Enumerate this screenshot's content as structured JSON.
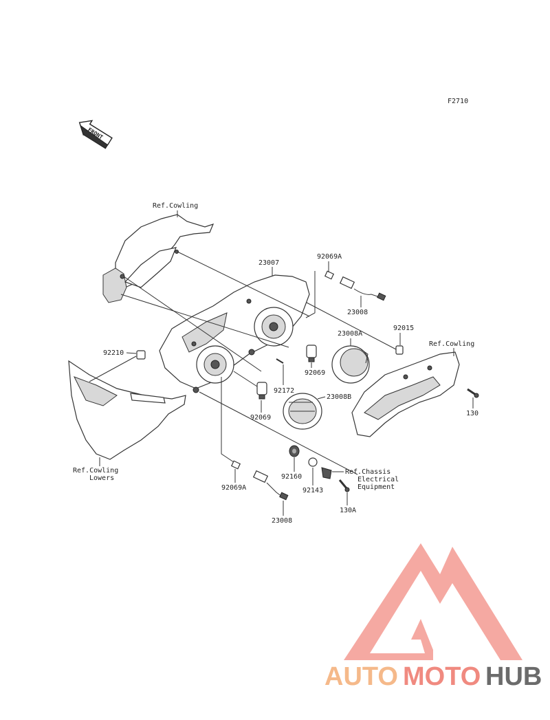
{
  "diagram": {
    "code": "F2710",
    "front_label": "FRONT",
    "labels": {
      "ref_cowling_top": "Ref.Cowling",
      "p23007": "23007",
      "p92069A_top": "92069A",
      "p23008_top": "23008",
      "p23008A": "23008A",
      "p92015": "92015",
      "ref_cowling_right": "Ref.Cowling",
      "p92210": "92210",
      "p92069_mid": "92069",
      "p92172": "92172",
      "p23008B": "23008B",
      "p92069_low": "92069",
      "p130": "130",
      "ref_cowling_lowers_1": "Ref.Cowling",
      "ref_cowling_lowers_2": "Lowers",
      "p92069A_bottom": "92069A",
      "p92160": "92160",
      "p92143": "92143",
      "ref_chassis_1": "Ref.Chassis",
      "ref_chassis_2": "Electrical",
      "ref_chassis_3": "Equipment",
      "p130A": "130A",
      "p23008_bottom": "23008"
    }
  },
  "watermark": {
    "part1": "AUTO",
    "part2": "MOTO",
    "part3": "HUB",
    "colors": {
      "auto": "#f5b98a",
      "moto": "#f08a80",
      "hub": "#6b6b6b",
      "logo": "#f4a098"
    }
  }
}
